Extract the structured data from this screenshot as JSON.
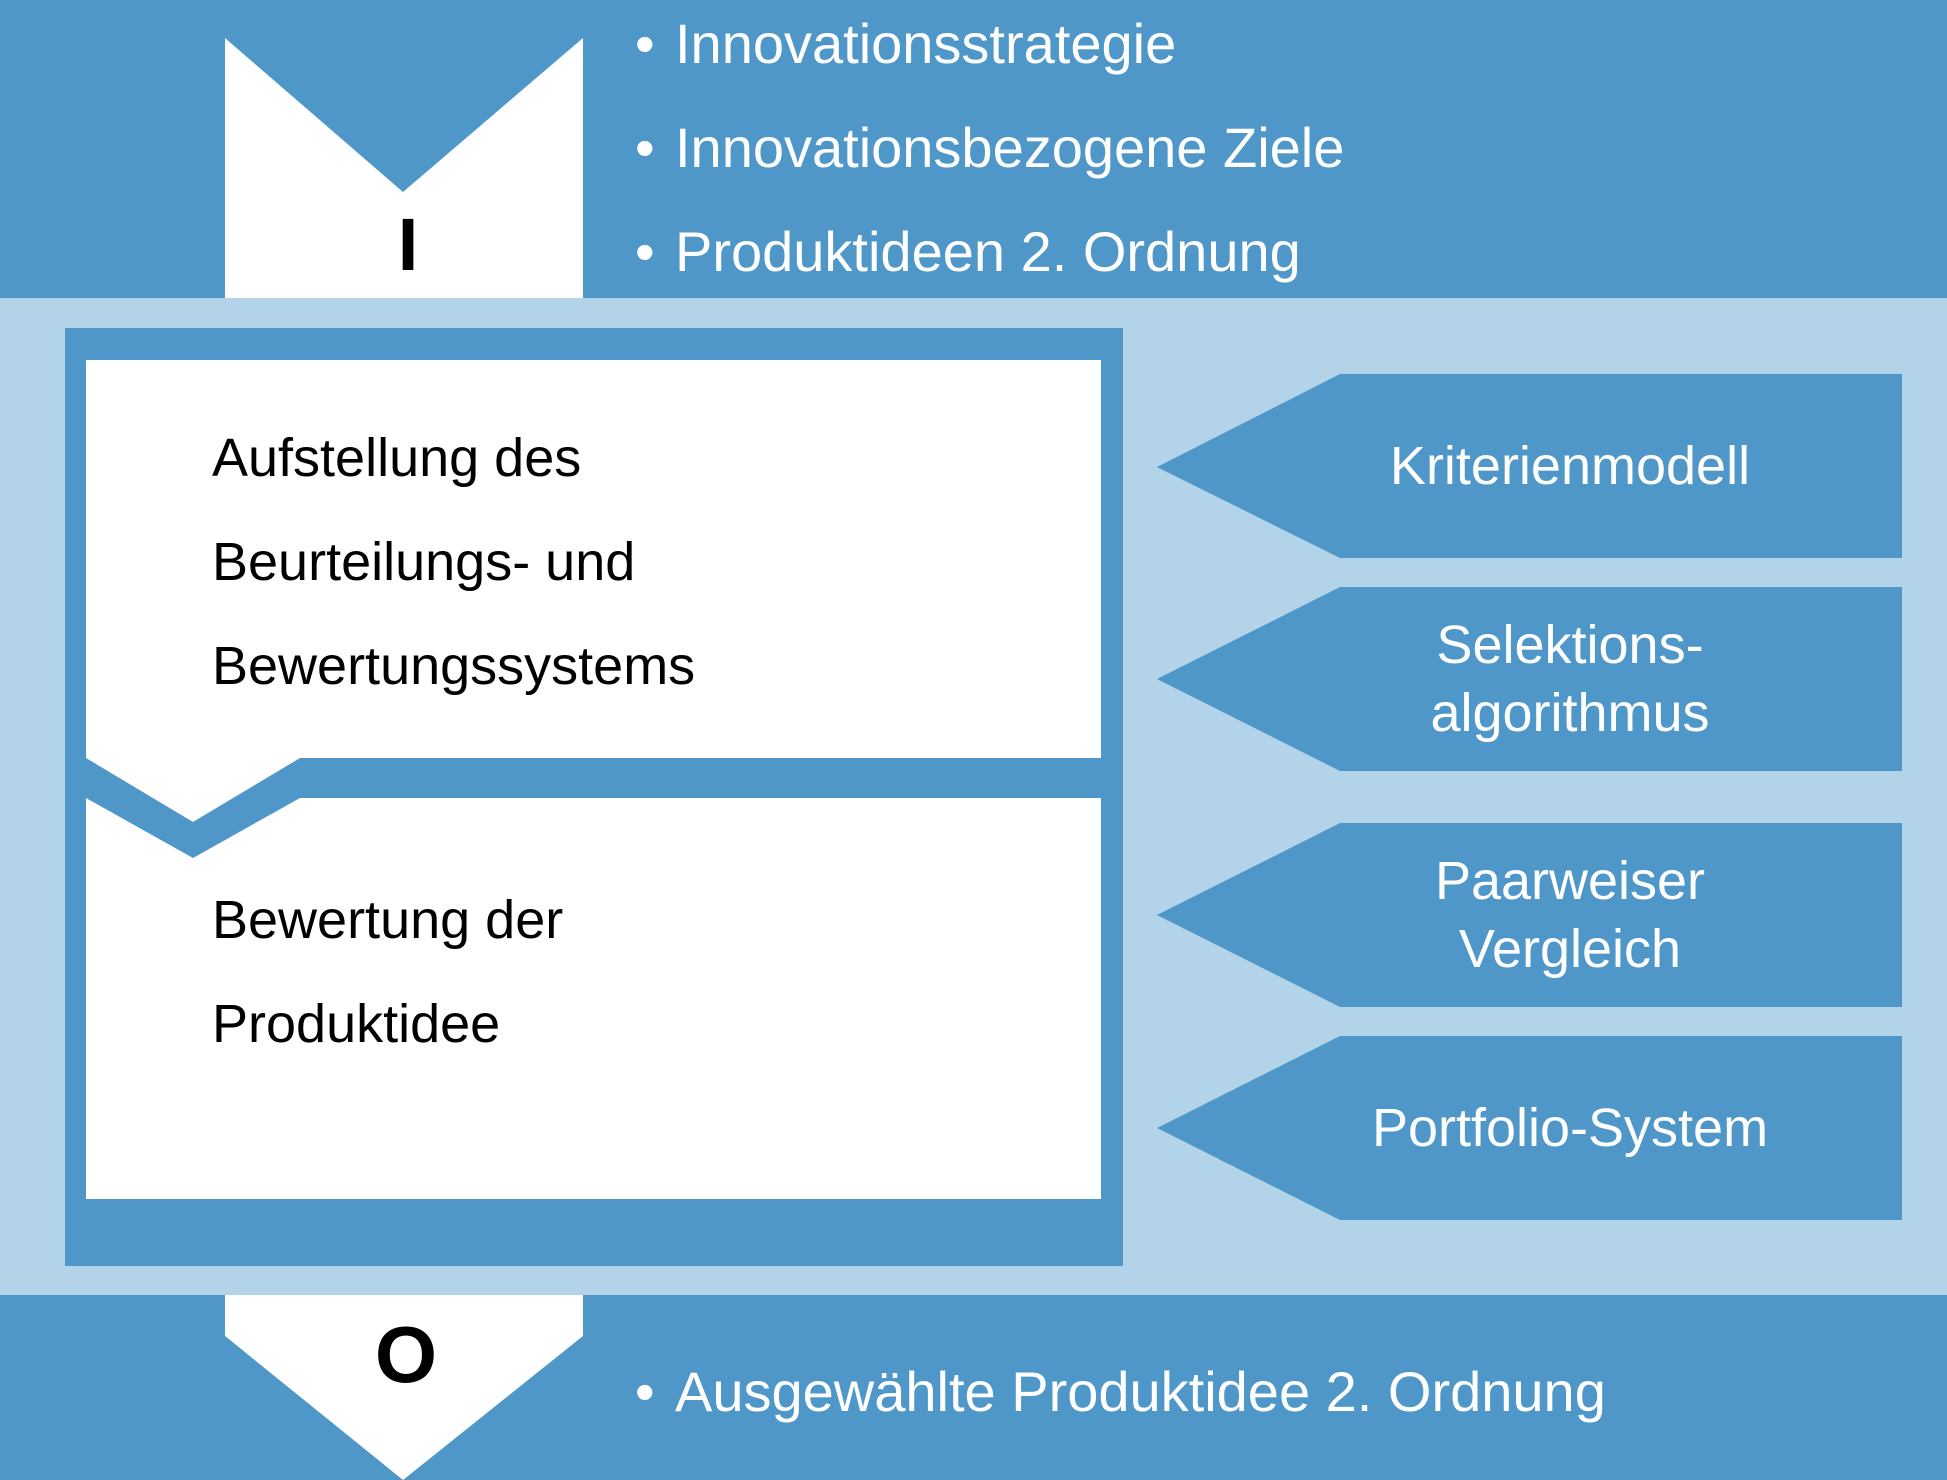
{
  "colors": {
    "dark_blue": "#4f97c9",
    "light_blue": "#b3d3e8",
    "white": "#ffffff",
    "text_dark": "#000000"
  },
  "input": {
    "letter": "I",
    "items": [
      "Innovationsstrategie",
      "Innovationsbezogene Ziele",
      "Produktideen 2. Ordnung"
    ]
  },
  "process": {
    "steps": [
      {
        "lines": [
          "Aufstellung des",
          "Beurteilungs- und",
          "Bewertungssystems"
        ]
      },
      {
        "lines": [
          "Bewertung der",
          "Produktidee"
        ]
      }
    ]
  },
  "methods": [
    {
      "lines": [
        "Kriterienmodell"
      ]
    },
    {
      "lines": [
        "Selektions-",
        "algorithmus"
      ]
    },
    {
      "lines": [
        "Paarweiser",
        "Vergleich"
      ]
    },
    {
      "lines": [
        "Portfolio-System"
      ]
    }
  ],
  "output": {
    "letter": "O",
    "items": [
      "Ausgewählte Produktidee 2. Ordnung"
    ]
  },
  "bullet_symbol": "•"
}
